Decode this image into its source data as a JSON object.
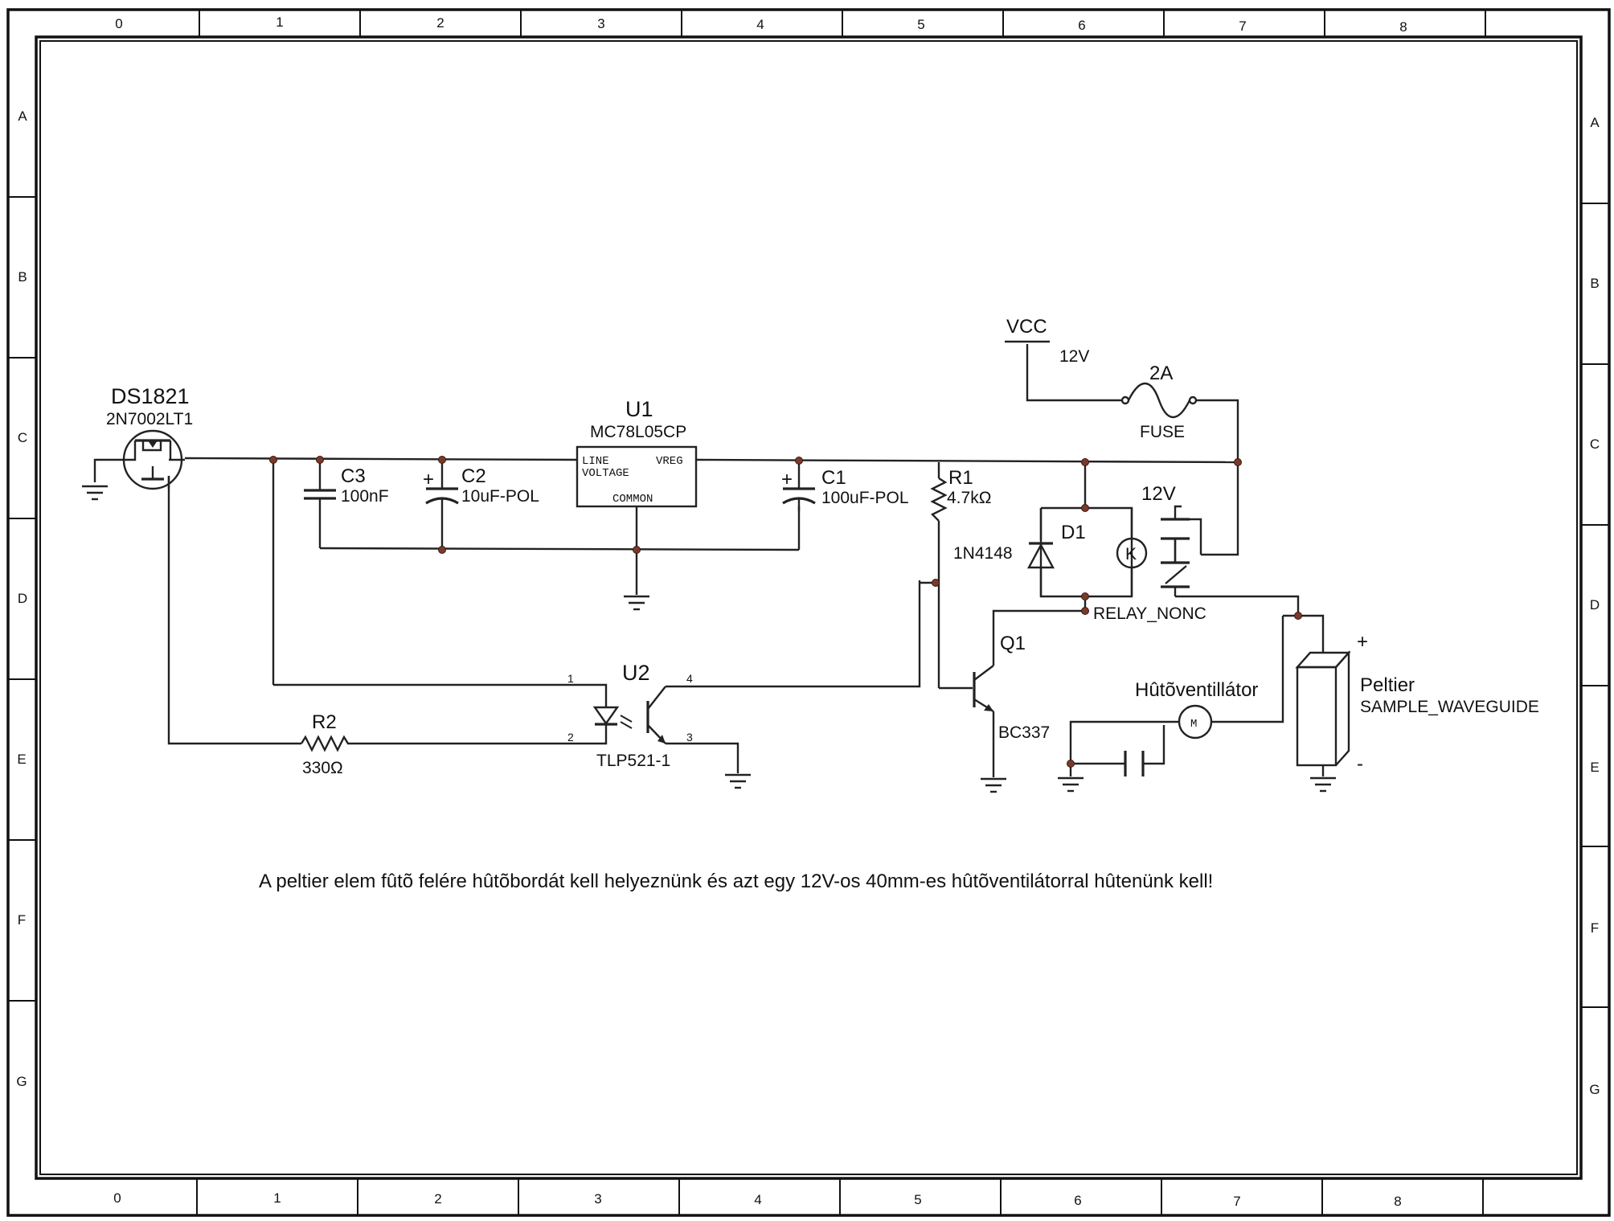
{
  "frame": {
    "columns": [
      "0",
      "1",
      "2",
      "3",
      "4",
      "5",
      "6",
      "7",
      "8"
    ],
    "rows": [
      "A",
      "B",
      "C",
      "D",
      "E",
      "F",
      "G"
    ]
  },
  "components": {
    "ds1821": {
      "ref": "DS1821",
      "value": "2N7002LT1"
    },
    "c3": {
      "ref": "C3",
      "value": "100nF"
    },
    "c2": {
      "ref": "C2",
      "value": "10uF-POL",
      "polarity": "+"
    },
    "u1": {
      "ref": "U1",
      "value": "MC78L05CP",
      "pin_line": "LINE",
      "pin_voltage": "VOLTAGE",
      "pin_vreg": "VREG",
      "pin_common": "COMMON"
    },
    "c1": {
      "ref": "C1",
      "value": "100uF-POL",
      "polarity": "+"
    },
    "r1": {
      "ref": "R1",
      "value": "4.7kΩ"
    },
    "vcc": {
      "ref": "VCC",
      "value": "12V"
    },
    "fuse": {
      "rating": "2A",
      "name": "FUSE"
    },
    "d1": {
      "ref": "D1",
      "value": "1N4148"
    },
    "relay": {
      "coil": "K",
      "voltage": "12V",
      "name": "RELAY_NONC"
    },
    "q1": {
      "ref": "Q1",
      "value": "BC337"
    },
    "u2": {
      "ref": "U2",
      "value": "TLP521-1",
      "pin1": "1",
      "pin2": "2",
      "pin3": "3",
      "pin4": "4"
    },
    "r2": {
      "ref": "R2",
      "value": "330Ω"
    },
    "fan": {
      "name": "Hûtõventillátor",
      "symbol": "M"
    },
    "peltier": {
      "ref": "Peltier",
      "value": "SAMPLE_WAVEGUIDE",
      "plus": "+",
      "minus": "-"
    }
  },
  "note": "A peltier elem fûtõ felére hûtõbordát kell helyeznünk és azt egy 12V-os 40mm-es hûtõventilátorral hûtenünk kell!"
}
